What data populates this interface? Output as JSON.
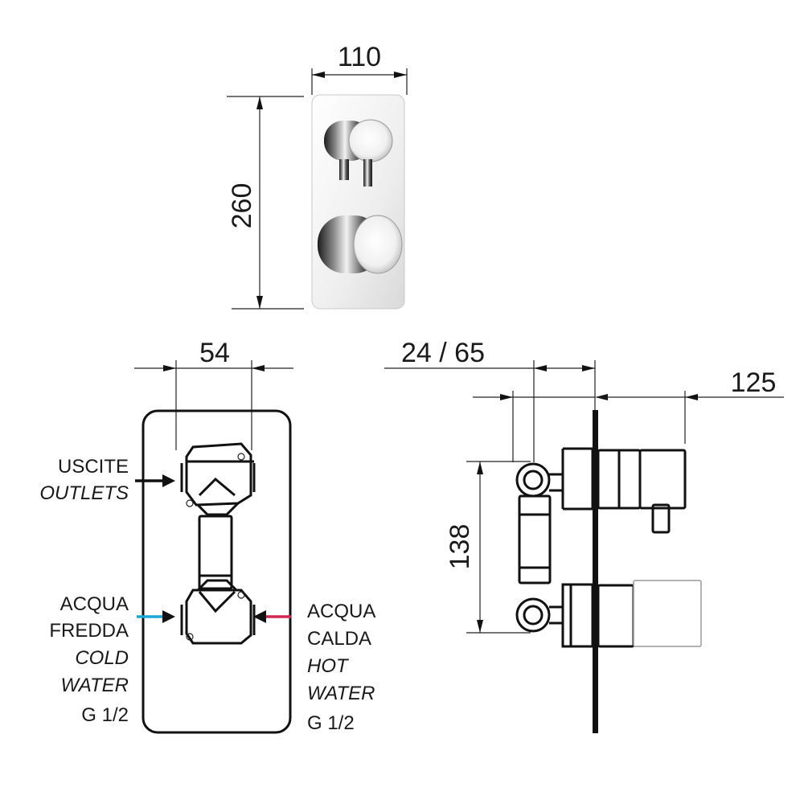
{
  "dimensions": {
    "front_width": "110",
    "front_height": "260",
    "inlet_spacing": "54",
    "depth_range": "24 / 65",
    "projection": "125",
    "side_height": "138"
  },
  "labels": {
    "outlets_it": "USCITE",
    "outlets_en": "OUTLETS",
    "cold_it_1": "ACQUA",
    "cold_it_2": "FREDDA",
    "cold_en_1": "COLD",
    "cold_en_2": "WATER",
    "cold_thread": "G 1/2",
    "hot_it_1": "ACQUA",
    "hot_it_2": "CALDA",
    "hot_en_1": "HOT",
    "hot_en_2": "WATER",
    "hot_thread": "G 1/2"
  },
  "colors": {
    "cold_arrow": "#1aa6d6",
    "hot_arrow": "#d0264f",
    "outlet_arrow": "#111111"
  }
}
